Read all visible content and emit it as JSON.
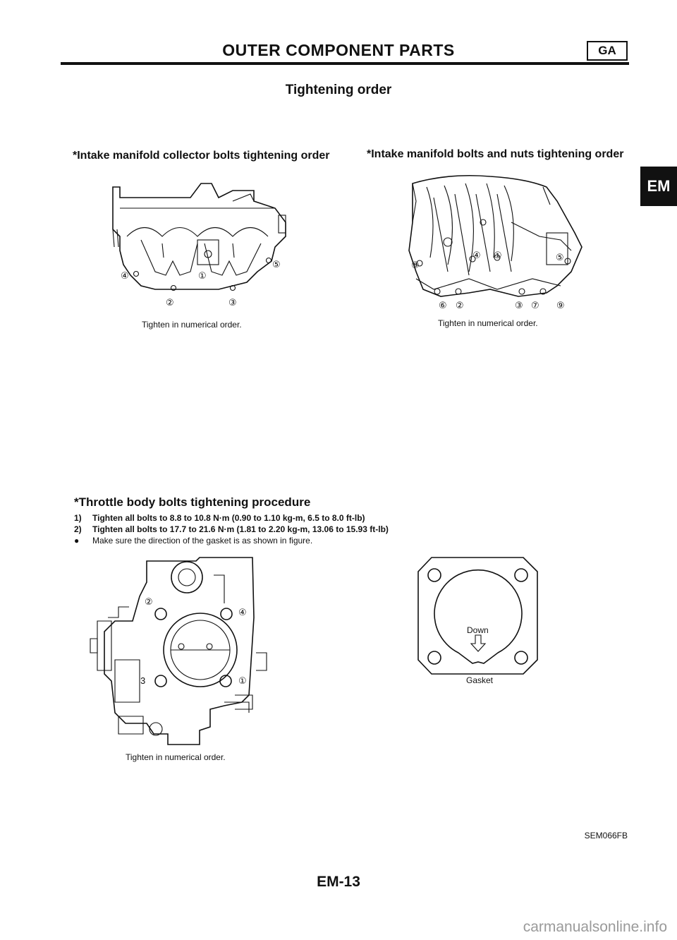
{
  "header": {
    "title": "OUTER COMPONENT PARTS",
    "badge": "GA"
  },
  "side_tab": "EM",
  "section_title": "Tightening order",
  "collector_diagram": {
    "heading": "*Intake manifold collector bolts tightening order",
    "caption": "Tighten in numerical order.",
    "labels": [
      "①",
      "②",
      "③",
      "④",
      "⑤"
    ]
  },
  "manifold_diagram": {
    "heading": "*Intake manifold bolts and nuts tightening order",
    "caption": "Tighten in numerical order.",
    "labels": [
      "①",
      "②",
      "③",
      "④",
      "⑤",
      "⑥",
      "⑦",
      "⑧",
      "⑨"
    ]
  },
  "throttle_procedure": {
    "title": "*Throttle body bolts tightening procedure",
    "steps": [
      {
        "num": "1)",
        "text": "Tighten all bolts to 8.8 to 10.8 N·m (0.90 to 1.10 kg-m, 6.5 to 8.0 ft-lb)"
      },
      {
        "num": "2)",
        "text": "Tighten all bolts to 17.7 to 21.6 N·m (1.81 to 2.20 kg-m, 13.06 to 15.93 ft-lb)"
      }
    ],
    "bullet": "●",
    "note": "Make sure the direction of the gasket is as shown in figure."
  },
  "throttle_diagram": {
    "caption": "Tighten in numerical order.",
    "labels": [
      "①",
      "②",
      "3",
      "④"
    ]
  },
  "gasket_diagram": {
    "down_label": "Down",
    "caption": "Gasket"
  },
  "figure_code": "SEM066FB",
  "page_number": "EM-13",
  "watermark": "carmanualsonline.info"
}
